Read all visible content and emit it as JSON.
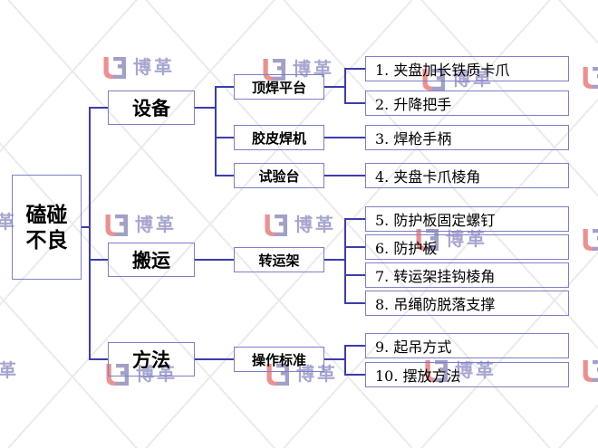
{
  "diagram": {
    "root": {
      "line1": "磕碰",
      "line2": "不良"
    },
    "branches": [
      {
        "label": "设备",
        "children": [
          {
            "label": "顶焊平台",
            "leaves": [
              "1. 夹盘加长铁质卡爪",
              "2. 升降把手"
            ]
          },
          {
            "label": "胶皮焊机",
            "leaves": [
              "3. 焊枪手柄"
            ]
          },
          {
            "label": "试验台",
            "leaves": [
              "4. 夹盘卡爪棱角"
            ]
          }
        ]
      },
      {
        "label": "搬运",
        "children": [
          {
            "label": "转运架",
            "leaves": [
              "5. 防护板固定螺钉",
              "6. 防护板",
              "7. 转运架挂钩棱角",
              "8. 吊绳防脱落支撑"
            ]
          }
        ]
      },
      {
        "label": "方法",
        "children": [
          {
            "label": "操作标准",
            "leaves": [
              "9. 起吊方式",
              "10. 摆放方法"
            ]
          }
        ]
      }
    ]
  },
  "watermark": {
    "logo_text": "博革"
  },
  "colors": {
    "connector": "#3c3cae",
    "box_border": "#7e7ec8",
    "watermark_red": "#ec9090",
    "watermark_blue": "#a0a0c8",
    "watermark_text": "#a6a6d0",
    "mesh_line": "#ebebeb"
  }
}
